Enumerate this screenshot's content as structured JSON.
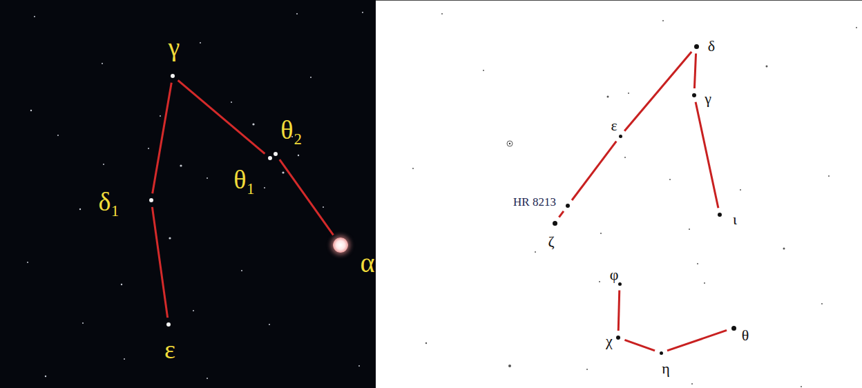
{
  "diagram": {
    "nodes": [
      {
        "text": [
          "γ"
        ]
      },
      {
        "text": [
          "θ₂"
        ]
      },
      {
        "text": [
          "θ₁"
        ]
      },
      {
        "text": [
          "δ₁"
        ]
      },
      {
        "text": [
          "α"
        ]
      },
      {
        "text": [
          "ε"
        ]
      },
      {
        "text": [
          "δ"
        ]
      },
      {
        "text": [
          "γ"
        ]
      },
      {
        "text": [
          "ε"
        ]
      },
      {
        "text": [
          "HR 8213"
        ]
      },
      {
        "text": [
          "ι"
        ]
      },
      {
        "text": [
          "ζ"
        ]
      },
      {
        "text": [
          "φ"
        ]
      },
      {
        "text": [
          "χ"
        ]
      },
      {
        "text": [
          "η"
        ]
      },
      {
        "text": [
          "θ"
        ]
      }
    ],
    "edges": [
      {
        "from": 0,
        "to": 2,
        "arrow": "none"
      },
      {
        "from": 1,
        "to": 4,
        "arrow": "none"
      },
      {
        "from": 0,
        "to": 3,
        "arrow": "none"
      },
      {
        "from": 3,
        "to": 5,
        "arrow": "none"
      },
      {
        "from": 6,
        "to": 8,
        "arrow": "none"
      },
      {
        "from": 8,
        "to": 9,
        "arrow": "none"
      },
      {
        "from": 9,
        "to": 11,
        "arrow": "none"
      },
      {
        "from": 6,
        "to": 7,
        "arrow": "none"
      },
      {
        "from": 7,
        "to": 10,
        "arrow": "none"
      },
      {
        "from": 12,
        "to": 13,
        "arrow": "none"
      },
      {
        "from": 13,
        "to": 14,
        "arrow": "none"
      },
      {
        "from": 14,
        "to": 15,
        "arrow": "none"
      }
    ]
  }
}
